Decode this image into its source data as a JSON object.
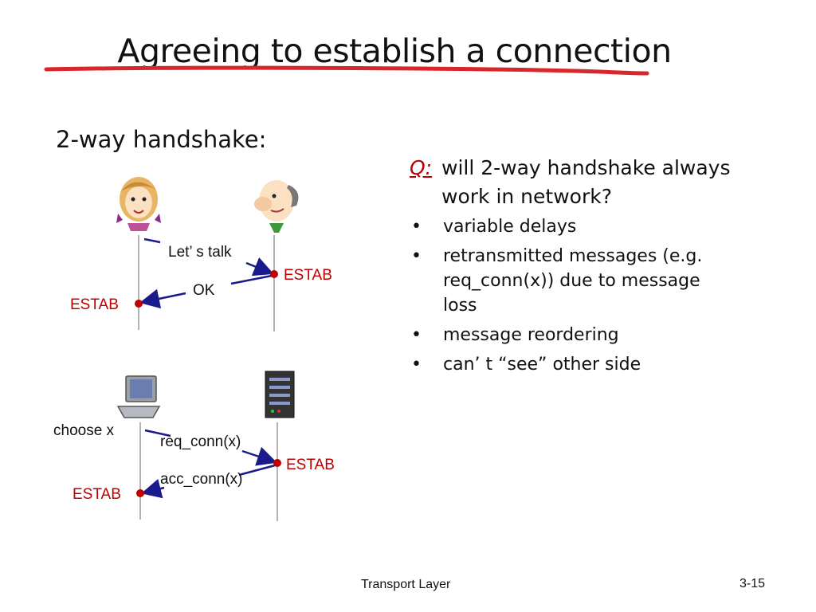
{
  "title": "Agreeing to establish a connection",
  "subtitle": "2-way handshake:",
  "question": {
    "marker": "Q:",
    "text_line1": "will 2-way handshake always",
    "text_line2": "work in network?",
    "bullet_glyph": "•",
    "bullets": [
      "variable delays",
      "retransmitted messages (e.g. req_conn(x)) due to message loss",
      "message reordering",
      "can’ t “see” other side"
    ]
  },
  "diagram_top": {
    "msg1": "Let’ s talk",
    "msg2": "OK",
    "estab_right": "ESTAB",
    "estab_left": "ESTAB"
  },
  "diagram_bottom": {
    "choose": "choose x",
    "msg1": "req_conn(x)",
    "msg2": "acc_conn(x)",
    "estab_right": "ESTAB",
    "estab_left": "ESTAB"
  },
  "footer": "Transport Layer",
  "page_number": "3-15",
  "colors": {
    "accent_red": "#c00000",
    "arrow_blue": "#1a1a8c",
    "underline_red": "#d8262b"
  }
}
